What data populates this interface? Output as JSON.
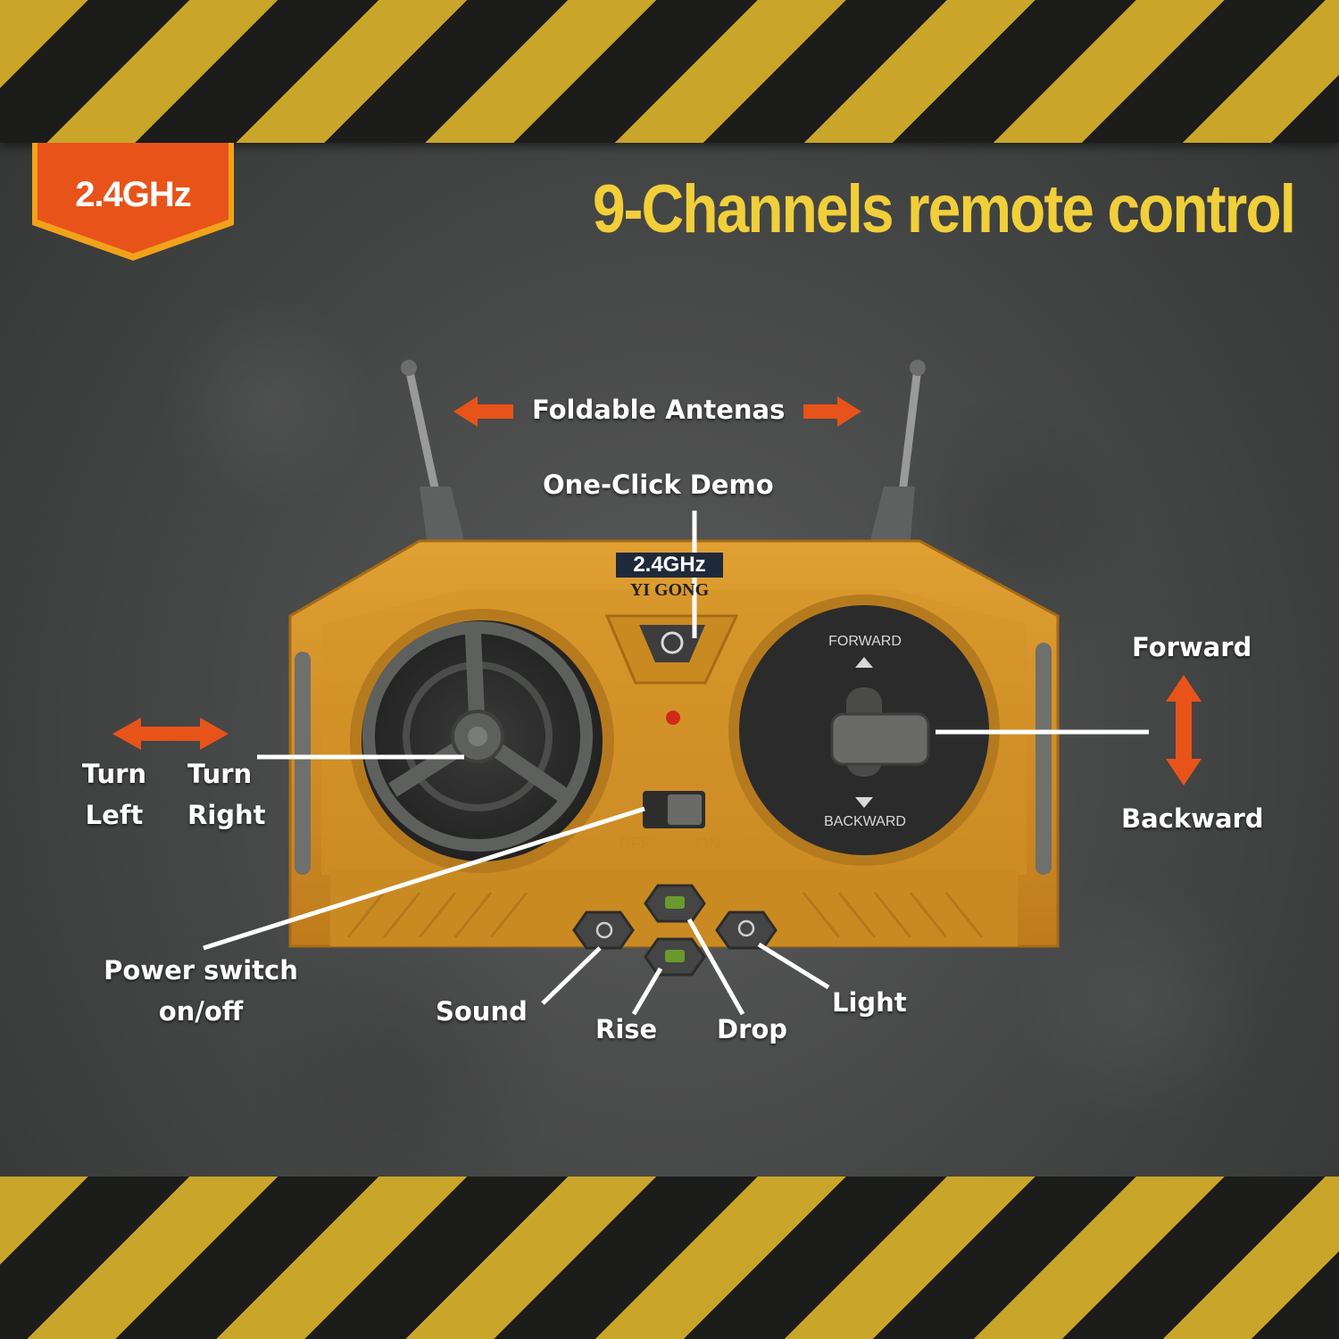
{
  "badge": {
    "text": "2.4GHz",
    "color": "#e8531a"
  },
  "headline": {
    "text": "9-Channels remote control",
    "color": "#f0cf3a"
  },
  "labels": {
    "antennas": "Foldable Antenas",
    "demo": "One-Click Demo",
    "forward": "Forward",
    "backward": "Backward",
    "turn_left_1": "Turn",
    "turn_left_2": "Left",
    "turn_right_1": "Turn",
    "turn_right_2": "Right",
    "power_1": "Power switch",
    "power_2": "on/off",
    "sound": "Sound",
    "rise": "Rise",
    "drop": "Drop",
    "light": "Light"
  },
  "remote": {
    "brand_freq": "2.4GHz",
    "brand_name": "YI GONG",
    "stick_forward": "FORWARD",
    "stick_backward": "BACKWARD",
    "switch_off": "OFF",
    "switch_on": "ON",
    "body_color": "#d18f27"
  },
  "colors": {
    "arrow": "#e8531a",
    "stripe_yellow": "#c9a52a",
    "stripe_dark": "#1c1c1a"
  }
}
